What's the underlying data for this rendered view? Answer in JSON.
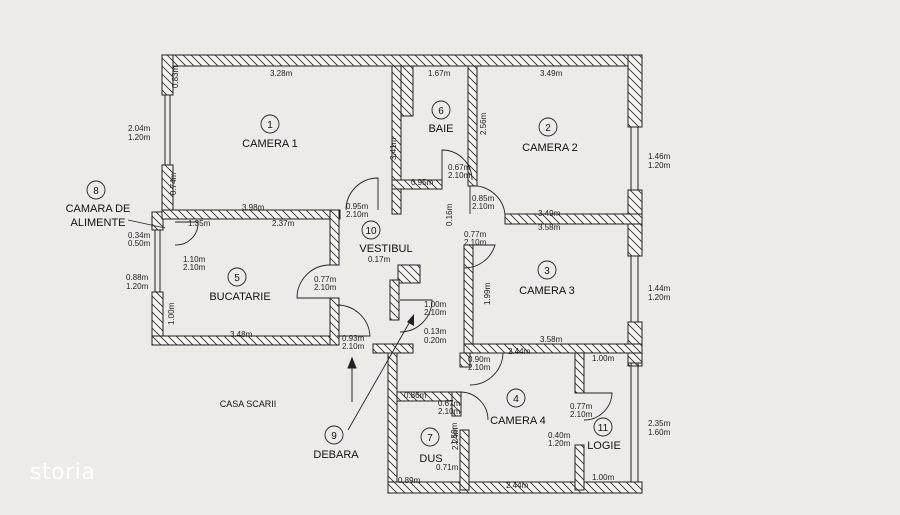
{
  "watermark": "storia",
  "rooms": {
    "r1": {
      "num": "1",
      "name": "CAMERA 1"
    },
    "r2": {
      "num": "2",
      "name": "CAMERA 2"
    },
    "r3": {
      "num": "3",
      "name": "CAMERA 3"
    },
    "r4": {
      "num": "4",
      "name": "CAMERA 4"
    },
    "r5": {
      "num": "5",
      "name": "BUCATARIE"
    },
    "r6": {
      "num": "6",
      "name": "BAIE"
    },
    "r7": {
      "num": "7",
      "name": "DUS"
    },
    "r8": {
      "num": "8",
      "name_line1": "CAMARA DE",
      "name_line2": "ALIMENTE"
    },
    "r9": {
      "num": "9",
      "name": "DEBARA"
    },
    "r10": {
      "num": "10",
      "name": "VESTIBUL"
    },
    "r11": {
      "num": "11",
      "name": "LOGIE"
    }
  },
  "outside_label": "CASA SCARII",
  "dims": {
    "c1_top": "3.28m",
    "c1_win_w": "2.04m",
    "c1_win_h": "1.20m",
    "c1_side": "0.74m",
    "c1_topleft": "0.83m",
    "baie_top": "1.67m",
    "baie_v": "3.41m",
    "baie_bot": "0.95m",
    "baie_door_w": "0.67m",
    "baie_door_h": "2.10m",
    "c2_top": "3.49m",
    "c2_bot": "3.49m",
    "c2_win_w": "1.46m",
    "c2_win_h": "1.20m",
    "c2_door_w": "0.85m",
    "c2_door_h": "2.10m",
    "c2_side": "2.56m",
    "vest_door_w": "0.95m",
    "vest_door_h": "2.10m",
    "vest_a": "0.17m",
    "vest_b": "0.16m",
    "c3_top": "3.58m",
    "c3_bot": "3.58m",
    "c3_door_w": "0.77m",
    "c3_door_h": "2.10m",
    "c3_win_w": "1.44m",
    "c3_win_h": "1.20m",
    "c3_side": "1.99m",
    "buc_top": "3.98m",
    "buc_in": "2.37m",
    "buc_bot": "3.48m",
    "buc_door_w": "0.77m",
    "buc_door_h": "2.10m",
    "buc_win_w": "0.88m",
    "buc_win_h": "1.20m",
    "buc_side": "1.00m",
    "cam_w": "1.35m",
    "cam_door_w": "1.10m",
    "cam_door_h": "2.10m",
    "cam_win_w": "0.34m",
    "cam_win_h": "0.50m",
    "main_door_w": "0.93m",
    "main_door_h": "2.10m",
    "deb_door_w": "1.00m",
    "deb_door_h": "2.10m",
    "deb_a": "0.13m",
    "deb_b": "0.20m",
    "c4_top": "2.44m",
    "c4_bot": "2.44m",
    "c4_door_w": "0.90m",
    "c4_door_h": "2.10m",
    "c4_side": "2.24m",
    "dus_door_w": "0.67m",
    "dus_door_h": "2.10m",
    "dus_top": "0.86m",
    "dus_bot": "0.89m",
    "dus_side": "1.58m",
    "dus_in": "0.71m",
    "log_top": "1.00m",
    "log_bot": "1.00m",
    "log_door_w": "0.77m",
    "log_door_h": "2.10m",
    "log_win_w": "2.35m",
    "log_win_h": "1.60m",
    "log_in_w": "0.40m",
    "log_in_h": "1.20m"
  }
}
